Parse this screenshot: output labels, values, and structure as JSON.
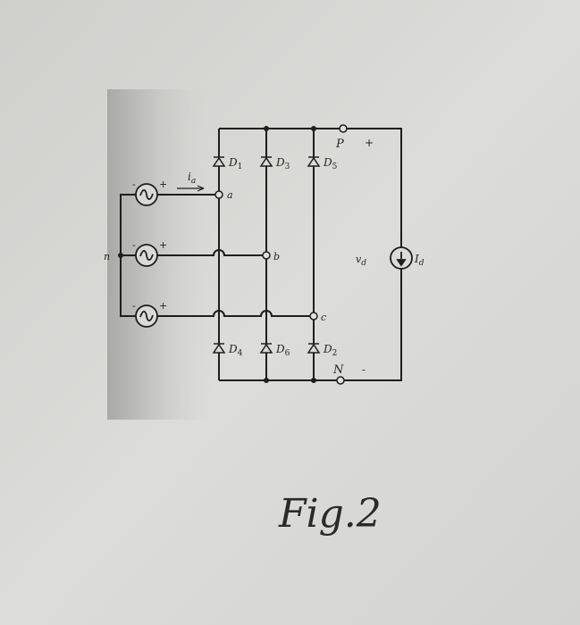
{
  "diagram": {
    "terminals": {
      "positive": "P",
      "negative": "N",
      "plus": "+",
      "minus": "-"
    },
    "nodes": {
      "a": "a",
      "b": "b",
      "c": "c",
      "neutral": "n"
    },
    "diodes": [
      {
        "letter": "D",
        "index": "1"
      },
      {
        "letter": "D",
        "index": "3"
      },
      {
        "letter": "D",
        "index": "5"
      },
      {
        "letter": "D",
        "index": "4"
      },
      {
        "letter": "D",
        "index": "6"
      },
      {
        "letter": "D",
        "index": "2"
      }
    ],
    "source_polarity": {
      "minus": "-",
      "plus": "+"
    },
    "current_label": {
      "letter": "i",
      "sub": "a"
    },
    "output_voltage": {
      "letter": "v",
      "sub": "d"
    },
    "load_current": {
      "letter": "I",
      "sub": "d"
    },
    "caption": "Fig.2"
  }
}
